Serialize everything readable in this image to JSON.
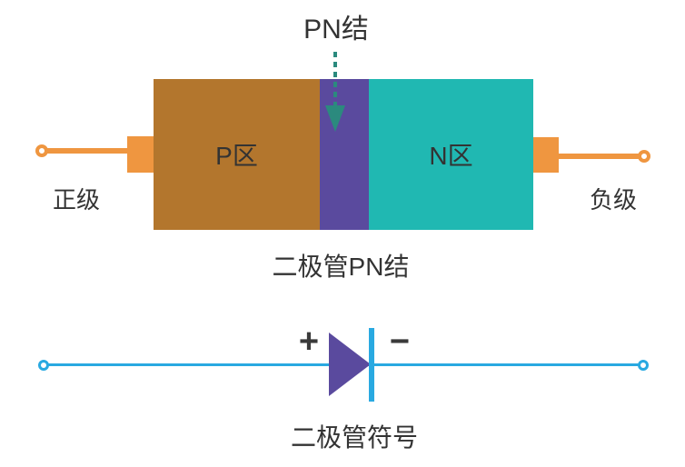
{
  "theme": {
    "p-region": "#B3762D",
    "junction": "#5A4A9E",
    "n-region": "#20B8B2",
    "terminal-orange": "#EF9640",
    "arrow-teal": "#2B8A7E",
    "wire-blue": "#29A9E1",
    "symbol-purple": "#5A4A9E",
    "text-dark": "#333333"
  },
  "pn_diagram": {
    "junction_label": "PN结",
    "p_region_label": "P区",
    "n_region_label": "N区",
    "positive_terminal_label": "正级",
    "negative_terminal_label": "负级",
    "caption": "二极管PN结"
  },
  "diode_symbol": {
    "plus_label": "+",
    "minus_label": "−",
    "caption": "二极管符号"
  }
}
